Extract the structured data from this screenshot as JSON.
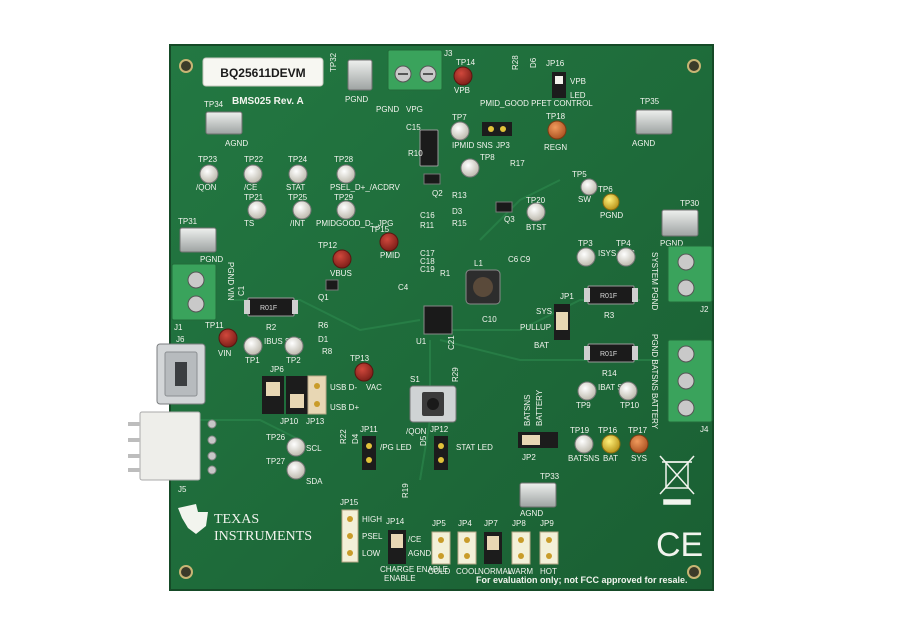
{
  "board": {
    "name_label": "BQ25611DEVM",
    "revision": "BMS025 Rev. A",
    "brand_line1": "TEXAS",
    "brand_line2": "INSTRUMENTS",
    "disclaimer": "For evaluation only; not FCC approved for resale.",
    "ce_mark": "CE",
    "colors": {
      "pcb": "#1f6b3a",
      "pcb_edge": "#18532c",
      "silkscreen": "#f2f4ee",
      "connector": "#3aa35c",
      "header_black": "#1c1c1c",
      "header_beige": "#e8d7b4",
      "tp_red": "#9a2a22",
      "tp_orange": "#c8672f",
      "tp_white": "#dcd8cc",
      "tp_yellow": "#e2c23a"
    }
  },
  "testpoints": {
    "tp23": {
      "id": "TP23",
      "sig": "/QON"
    },
    "tp22": {
      "id": "TP22",
      "sig": "/CE"
    },
    "tp24": {
      "id": "TP24",
      "sig": "STAT"
    },
    "tp28": {
      "id": "TP28",
      "sig": "PSEL_D+_/ACDRV"
    },
    "tp21": {
      "id": "TP21",
      "sig": "TS"
    },
    "tp25": {
      "id": "TP25",
      "sig": "/INT"
    },
    "tp29": {
      "id": "TP29",
      "sig": "PMIDGOOD_D-_JPG"
    },
    "tp14": {
      "id": "TP14",
      "sig": "VPB"
    },
    "tp7": {
      "id": "TP7",
      "sig": "IPMID SNS"
    },
    "tp8": {
      "id": "TP8",
      "sig": ""
    },
    "tp18": {
      "id": "TP18",
      "sig": "REGN"
    },
    "tp5": {
      "id": "TP5",
      "sig": "SW"
    },
    "tp6": {
      "id": "TP6",
      "sig": "PGND"
    },
    "tp20": {
      "id": "TP20",
      "sig": "BTST"
    },
    "tp12": {
      "id": "TP12",
      "sig": "VBUS"
    },
    "tp15": {
      "id": "TP15",
      "sig": "PMID"
    },
    "tp3": {
      "id": "TP3",
      "sig": "ISYS SNS"
    },
    "tp4": {
      "id": "TP4",
      "sig": ""
    },
    "tp11": {
      "id": "TP11",
      "sig": "VIN"
    },
    "tp1": {
      "id": "TP1",
      "sig": "IBUS SNS"
    },
    "tp2": {
      "id": "TP2",
      "sig": ""
    },
    "tp13": {
      "id": "TP13",
      "sig": "VAC"
    },
    "tp9": {
      "id": "TP9",
      "sig": "IBAT SNS"
    },
    "tp10": {
      "id": "TP10",
      "sig": ""
    },
    "tp26": {
      "id": "TP26",
      "sig": "SCL"
    },
    "tp27": {
      "id": "TP27",
      "sig": "SDA"
    },
    "tp19": {
      "id": "TP19",
      "sig": "BATSNS"
    },
    "tp16": {
      "id": "TP16",
      "sig": "BAT"
    },
    "tp17": {
      "id": "TP17",
      "sig": "SYS"
    }
  },
  "gnd_pads": {
    "tp34": {
      "id": "TP34",
      "sig": "AGND"
    },
    "tp32": {
      "id": "TP32",
      "sig": "PGND"
    },
    "tp35": {
      "id": "TP35",
      "sig": "AGND"
    },
    "tp31": {
      "id": "TP31",
      "sig": "PGND"
    },
    "tp30": {
      "id": "TP30",
      "sig": "PGND"
    },
    "tp33": {
      "id": "TP33",
      "sig": "AGND"
    }
  },
  "connectors": {
    "j1": {
      "ref": "J1",
      "pin_label": "PGND  VIN"
    },
    "j2": {
      "ref": "J2",
      "pin_label": "SYSTEM PGND"
    },
    "j3": {
      "ref": "J3",
      "pin_a": "PGND",
      "pin_b": "VPG"
    },
    "j4": {
      "ref": "J4",
      "pin_label": "PGND BATSNS BATTERY"
    },
    "j5": {
      "ref": "J5"
    },
    "j6": {
      "ref": "J6"
    }
  },
  "jumpers": {
    "jp16": {
      "ref": "JP16",
      "top": "VPB",
      "bottom": "LED"
    },
    "jp3": {
      "ref": "JP3",
      "label": "PMID_GOOD PFET CONTROL"
    },
    "jp1": {
      "ref": "JP1",
      "top": "SYS",
      "side": "PULLUP",
      "bottom": "BAT"
    },
    "jp6": {
      "ref": "JP6",
      "label": "USB D-"
    },
    "jp10": {
      "ref": "JP10"
    },
    "jp13": {
      "ref": "JP13",
      "label": "USB D+"
    },
    "jp11": {
      "ref": "JP11",
      "label": "/PG LED"
    },
    "jp12": {
      "ref": "JP12",
      "label": "STAT LED"
    },
    "jp2": {
      "ref": "JP2",
      "a": "BATSNS",
      "b": "BATTERY"
    },
    "jp15": {
      "ref": "JP15",
      "high": "HIGH",
      "psel": "PSEL",
      "low": "LOW"
    },
    "jp14": {
      "ref": "JP14",
      "a": "/CE",
      "b": "AGND",
      "bottom": "CHARGE ENABLE"
    },
    "jp5": {
      "ref": "JP5",
      "label": "COLD"
    },
    "jp4": {
      "ref": "JP4",
      "label": "COOL"
    },
    "jp7": {
      "ref": "JP7",
      "label": "NORMAL"
    },
    "jp8": {
      "ref": "JP8",
      "label": "WARM"
    },
    "jp9": {
      "ref": "JP9",
      "label": "HOT"
    }
  },
  "parts": {
    "s1": {
      "ref": "S1",
      "label": "/QON"
    },
    "u1": {
      "ref": "U1"
    },
    "l1": {
      "ref": "L1"
    },
    "q1": {
      "ref": "Q1"
    },
    "q2": {
      "ref": "Q2"
    },
    "q3": {
      "ref": "Q3"
    },
    "r2": {
      "ref": "R2",
      "marking": "R01F"
    },
    "r3": {
      "ref": "R3",
      "marking": "R01F"
    },
    "r14": {
      "ref": "R14",
      "marking": "R01F"
    },
    "r10": {
      "ref": "R10"
    },
    "d1": {
      "ref": "D1"
    },
    "d3": {
      "ref": "D3"
    },
    "d4": {
      "ref": "D4"
    },
    "d5": {
      "ref": "D5"
    },
    "d6": {
      "ref": "D6"
    },
    "r28": {
      "ref": "R28"
    },
    "r17": {
      "ref": "R17"
    },
    "r13": {
      "ref": "R13"
    },
    "r15": {
      "ref": "R15"
    },
    "c1": {
      "ref": "C1"
    },
    "c10": {
      "ref": "C10"
    },
    "c15": {
      "ref": "C15"
    },
    "c16": {
      "ref": "C16"
    },
    "c17": {
      "ref": "C17"
    },
    "c18": {
      "ref": "C18"
    },
    "c19": {
      "ref": "C19"
    },
    "c6": {
      "ref": "C6"
    },
    "c9": {
      "ref": "C9"
    },
    "c4": {
      "ref": "C4"
    },
    "c21": {
      "ref": "C21"
    },
    "r1": {
      "ref": "R1"
    },
    "r11": {
      "ref": "R11"
    },
    "r22": {
      "ref": "R22"
    },
    "r19": {
      "ref": "R19"
    },
    "r29": {
      "ref": "R29"
    },
    "r6": {
      "ref": "R6"
    },
    "r8": {
      "ref": "R8"
    }
  }
}
